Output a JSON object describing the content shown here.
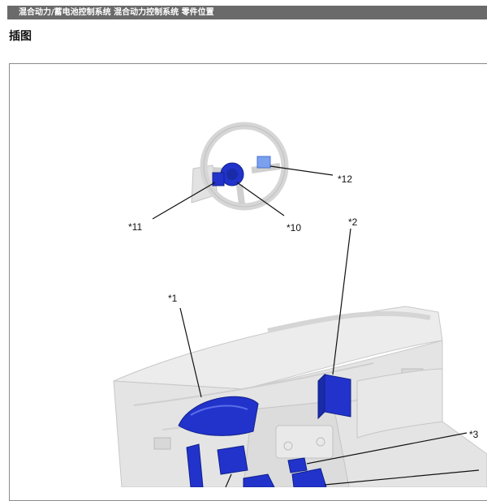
{
  "header": {
    "breadcrumb": "混合动力/蓄电池控制系统  混合动力控制系统  零件位置"
  },
  "section": {
    "title": "插图"
  },
  "figure": {
    "callouts": {
      "c1": "*1",
      "c2": "*2",
      "c3": "*3",
      "c10": "*10",
      "c11": "*11",
      "c12": "*12"
    },
    "colors": {
      "highlight_component": "#2233cc",
      "light_blue_part": "#7aa0ee",
      "dash_gray": "#d8d8d8",
      "leader_line": "#111111"
    }
  }
}
